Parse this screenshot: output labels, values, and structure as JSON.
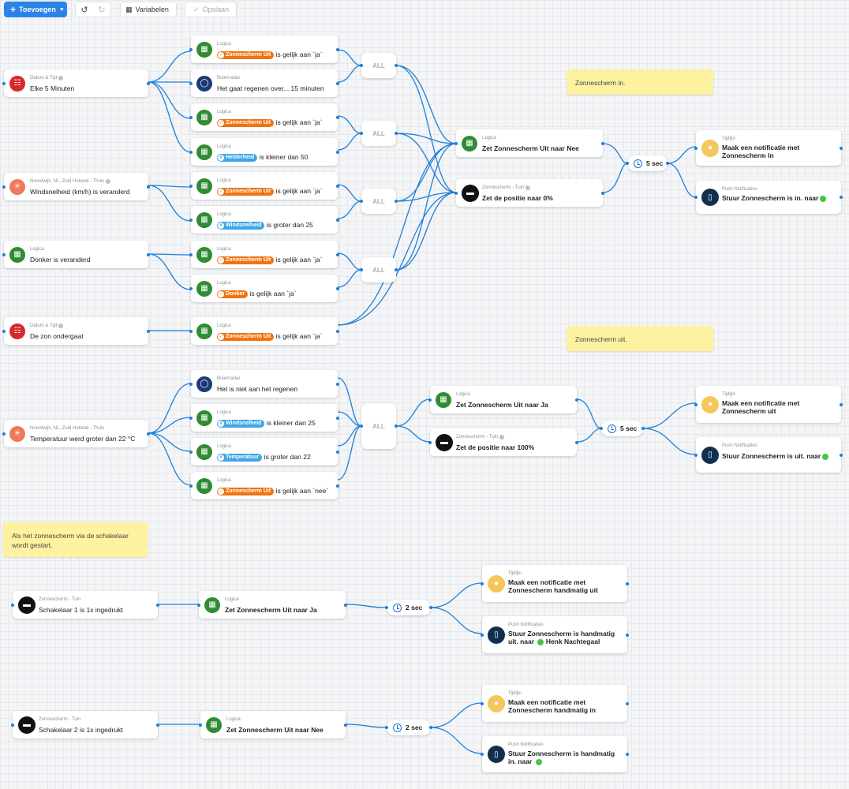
{
  "toolbar": {
    "add_label": "Toevoegen",
    "variables_label": "Variabelen",
    "save_label": "Opslaan"
  },
  "colors": {
    "primary": "#2b83e8",
    "wire": "#1e7fd8",
    "logic": "#2f8c32",
    "chip_orange": "#ef7413",
    "chip_blue": "#3ea6e6",
    "note": "#fdf2a0"
  },
  "notes": {
    "n1": "Zonnescherm in.",
    "n2": "Zonnescherm uit.",
    "n3": "Als het zonnescherm via de schakelaar wordt gestart."
  },
  "triggers": {
    "t1": {
      "sub": "Datum & Tijd",
      "text": "Elke 5  Minuten"
    },
    "t2": {
      "sub": "Noordwijk, NL, Zuid Holland - Thuis",
      "text": "Windsnelheid (km/h) is veranderd"
    },
    "t3": {
      "sub": "Logica",
      "text": "Donker is veranderd"
    },
    "t4": {
      "sub": "Datum & Tijd",
      "text": "De zon ondergaat"
    },
    "t5": {
      "sub": "Noordwijk, NL, Zuid Holland - Thuis",
      "text": "Temperatuur werd groter dan 22 °C"
    },
    "t6": {
      "sub": "Zonnescherm - Tuin",
      "text": "Schakelaar 1 is 1x ingedrukt"
    },
    "t7": {
      "sub": "Zonnescherm - Tuin",
      "text": "Schakelaar 2 is 1x ingedrukt"
    }
  },
  "conditions": {
    "c1": {
      "sub": "Logica",
      "chip": "Zonnescherm Uit",
      "text": "is gelijk aan `ja`"
    },
    "c2": {
      "sub": "Buienradar",
      "text": "Het gaat regenen over... 15 minuten"
    },
    "c3": {
      "sub": "Logica",
      "chip": "Zonnescherm Uit",
      "text": "is gelijk aan `ja`"
    },
    "c4": {
      "sub": "Logica",
      "chip": "Helderheid",
      "text": "is kleiner dan 50"
    },
    "c5": {
      "sub": "Logica",
      "chip": "Zonnescherm Uit",
      "text": "is gelijk aan `ja`"
    },
    "c6": {
      "sub": "Logica",
      "chip": "Windsnelheid",
      "text": "is groter dan 25"
    },
    "c7": {
      "sub": "Logica",
      "chip": "Zonnescherm Uit",
      "text": "is gelijk aan `ja`"
    },
    "c8": {
      "sub": "Logica",
      "chip": "Donker",
      "text": "is gelijk aan `ja`"
    },
    "c9": {
      "sub": "Logica",
      "chip": "Zonnescherm Uit",
      "text": "is gelijk aan `ja`"
    },
    "c10": {
      "sub": "Buienradar",
      "text": "Het is niet aan het regenen"
    },
    "c11": {
      "sub": "Logica",
      "chip": "Windsnelheid",
      "text": "is kleiner dan 25"
    },
    "c12": {
      "sub": "Logica",
      "chip": "Temperatuur",
      "text": "is groter dan 22"
    },
    "c13": {
      "sub": "Logica",
      "chip": "Zonnescherm Uit",
      "text": "is gelijk aan `nee`"
    }
  },
  "gates": {
    "label": "ALL"
  },
  "actions": {
    "a1": {
      "sub": "Logica",
      "text": "Zet Zonnescherm Uit naar Nee"
    },
    "a2": {
      "sub": "Zonnescherm - Tuin",
      "text": "Zet de positie naar 0%"
    },
    "a3": {
      "sub": "Logica",
      "text": "Zet Zonnescherm Uit naar Ja"
    },
    "a4": {
      "sub": "Zonnescherm - Tuin",
      "text": "Zet de positie naar 100%"
    },
    "a5": {
      "sub": "Logica",
      "text": "Zet Zonnescherm Uit naar Ja"
    },
    "a6": {
      "sub": "Logica",
      "text": "Zet Zonnescherm Uit naar Nee"
    }
  },
  "delays": {
    "d1": "5 sec",
    "d2": "5 sec",
    "d3": "2 sec",
    "d4": "2 sec"
  },
  "outputs": {
    "o1": {
      "sub": "Tijdlijn",
      "text": "Maak een notificatie met Zonnescherm In"
    },
    "o2": {
      "sub": "Push Notificaties",
      "text": "Stuur Zonnescherm is in. naar"
    },
    "o3": {
      "sub": "Tijdlijn",
      "text": "Maak een notificatie met Zonnescherm uit"
    },
    "o4": {
      "sub": "Push Notificaties",
      "text": "Stuur Zonnescherm is uit. naar"
    },
    "o5": {
      "sub": "Tijdlijn",
      "text": "Maak een notificatie met Zonnescherm handmatig uit"
    },
    "o6": {
      "sub": "Push Notificaties",
      "text": "Stuur Zonnescherm is handmatig uit. naar",
      "recipient": "Henk Nachtegaal"
    },
    "o7": {
      "sub": "Tijdlijn",
      "text": "Maak een notificatie met Zonnescherm handmatig in"
    },
    "o8": {
      "sub": "Push Notificaties",
      "text": "Stuur Zonnescherm is handmatig in. naar"
    }
  }
}
